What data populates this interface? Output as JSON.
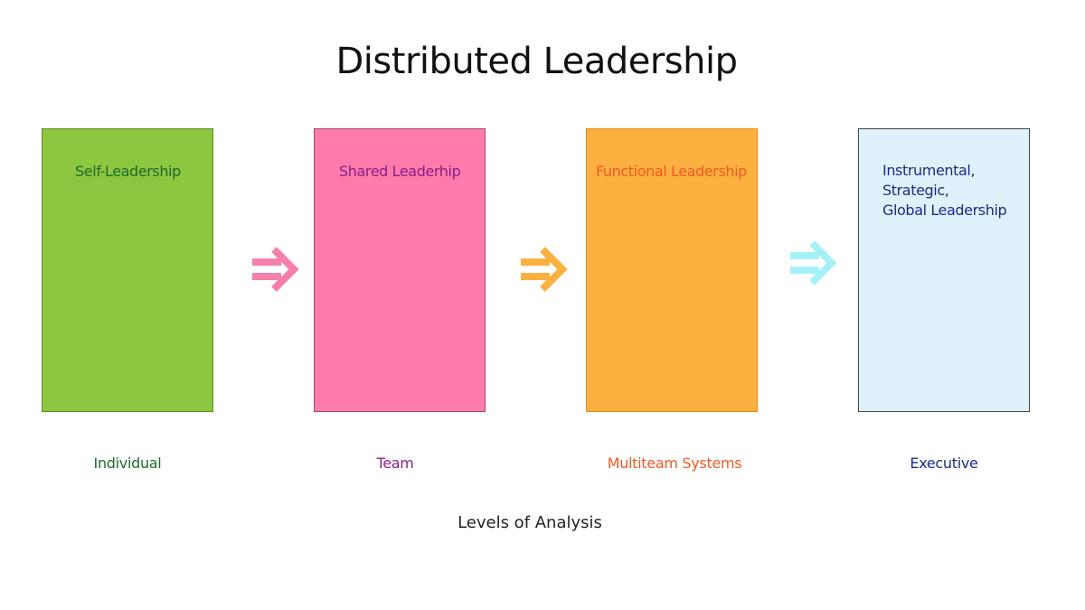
{
  "title": "Distributed Leadership",
  "footer": "Levels of Analysis",
  "stages": [
    {
      "box_label": "Self-Leadership",
      "level": "Individual",
      "box_color": "#8dc63f",
      "box_border": "#5f8a2a",
      "label_color": "#1e6b2e",
      "level_color": "#1e6b2e"
    },
    {
      "box_label": "Shared Leaderhip",
      "level": "Team",
      "box_color": "#ff7bab",
      "box_border": "#9a4a6a",
      "label_color": "#8a1f8a",
      "level_color": "#8a1f8a"
    },
    {
      "box_label": "Functional Leadership",
      "level": "Multiteam Systems",
      "box_color": "#fbb040",
      "box_border": "#e48a1c",
      "label_color": "#f15a24",
      "level_color": "#f15a24"
    },
    {
      "box_label": "Instrumental,\nStrategic,\nGlobal Leadership",
      "level": "Executive",
      "box_color": "#dff2fb",
      "box_border": "#444444",
      "label_color": "#1b2a8a",
      "level_color": "#1b2a8a"
    }
  ],
  "arrows": [
    {
      "color": "#f77fac"
    },
    {
      "color": "#fbb040"
    },
    {
      "color": "#a6f1f7"
    }
  ]
}
